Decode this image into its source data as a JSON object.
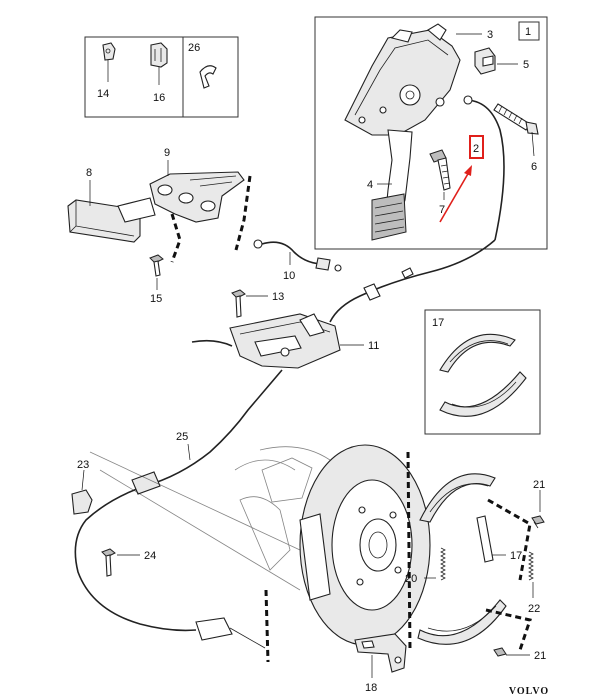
{
  "callouts": {
    "c1": "1",
    "c2": "2",
    "c3": "3",
    "c4": "4",
    "c5": "5",
    "c6": "6",
    "c7": "7",
    "c8": "8",
    "c9": "9",
    "c10": "10",
    "c11": "11",
    "c13": "13",
    "c14": "14",
    "c15": "15",
    "c16": "16",
    "c17a": "17",
    "c17b": "17",
    "c18": "18",
    "c20": "20",
    "c21a": "21",
    "c21b": "21",
    "c22": "22",
    "c23": "23",
    "c24": "24",
    "c25": "25",
    "c26": "26"
  },
  "brand": "VOLVO",
  "colors": {
    "highlight": "#e0201b",
    "line": "#222222",
    "fill_grey": "#e9e9e9"
  }
}
